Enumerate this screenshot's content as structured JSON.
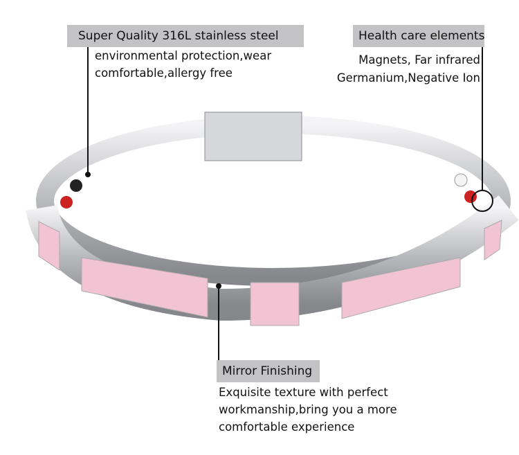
{
  "callouts": {
    "steel": {
      "title": "Super Quality 316L stainless steel",
      "lines": [
        "environmental protection,wear",
        "comfortable,allergy free"
      ]
    },
    "health": {
      "title": "Health care elements",
      "lines": [
        "Magnets, Far infrared",
        "Germanium,Negative Ion"
      ]
    },
    "finish": {
      "title": "Mirror Finishing",
      "lines": [
        "Exquisite texture with perfect",
        "workmanship,bring you a more",
        "comfortable experience"
      ]
    }
  },
  "colors": {
    "label_bg": "#c3c3c6",
    "pink": "#f2c4d3",
    "silver": "#c9cacd"
  }
}
